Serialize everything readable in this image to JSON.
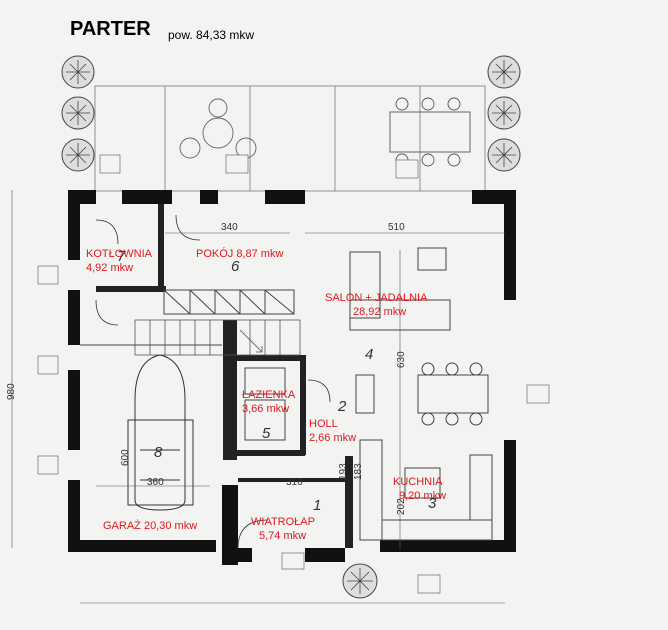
{
  "title": "PARTER",
  "subtitle": "pow. 84,33 mkw",
  "rooms": [
    {
      "key": "kotlownia",
      "name": "KOTŁOWNIA",
      "area": "4,92 mkw"
    },
    {
      "key": "pokoj",
      "name": "POKÓJ 8,87 mkw",
      "area": ""
    },
    {
      "key": "salon",
      "name": "SALON + JADALNIA",
      "area": "28,92 mkw"
    },
    {
      "key": "lazienka",
      "name": "ŁAZIENKA",
      "area": "3,66 mkw"
    },
    {
      "key": "holl",
      "name": "HOLL",
      "area": "2,66 mkw"
    },
    {
      "key": "kuchnia",
      "name": "KUCHNIA",
      "area": "9,20 mkw"
    },
    {
      "key": "garaz",
      "name": "GARAŻ 20,30 mkw",
      "area": ""
    },
    {
      "key": "wiatrolap",
      "name": "WIATROŁAP",
      "area": "5,74 mkw"
    }
  ],
  "room_numbers": [
    "1",
    "2",
    "3",
    "4",
    "5",
    "6",
    "7",
    "8"
  ],
  "dimensions": {
    "d340": "340",
    "d510": "510",
    "d630": "630",
    "d360": "360",
    "d316": "316",
    "d193": "193",
    "d183": "183",
    "d202": "202",
    "d980": "980",
    "d600": "600"
  },
  "colors": {
    "label_red": "#e0191e",
    "wall": "#111111",
    "paper": "#f3f3f1"
  }
}
